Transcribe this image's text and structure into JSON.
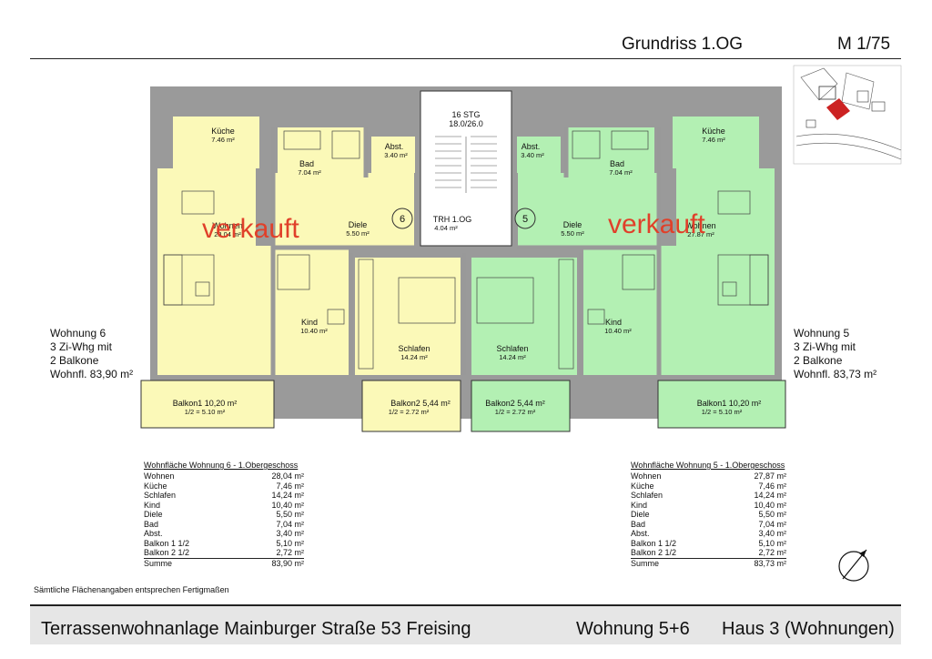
{
  "header": {
    "title": "Grundriss  1.OG",
    "scale": "M 1/75"
  },
  "stair": {
    "steps": "16 STG",
    "ratio": "18.0/26.0",
    "hall": "TRH 1.OG",
    "hall_area": "4.04 m²"
  },
  "rooms": {
    "kueche_l": {
      "name": "Küche",
      "area": "7.46 m²"
    },
    "kueche_r": {
      "name": "Küche",
      "area": "7.46 m²"
    },
    "bad_l": {
      "name": "Bad",
      "area": "7.04 m²"
    },
    "bad_r": {
      "name": "Bad",
      "area": "7.04 m²"
    },
    "abst_l": {
      "name": "Abst.",
      "area": "3.40 m²"
    },
    "abst_r": {
      "name": "Abst.",
      "area": "3.40 m²"
    },
    "wohnen_l": {
      "name": "Wohnen",
      "area": "28.04 m²"
    },
    "wohnen_r": {
      "name": "Wohnen",
      "area": "27.87 m²"
    },
    "diele_l": {
      "name": "Diele",
      "area": "5.50 m²"
    },
    "diele_r": {
      "name": "Diele",
      "area": "5.50 m²"
    },
    "kind_l": {
      "name": "Kind",
      "area": "10.40 m²"
    },
    "kind_r": {
      "name": "Kind",
      "area": "10.40 m²"
    },
    "schlafen_l": {
      "name": "Schlafen",
      "area": "14.24 m²"
    },
    "schlafen_r": {
      "name": "Schlafen",
      "area": "14.24 m²"
    },
    "balkon1_l": {
      "name": "Balkon1 10,20 m²",
      "half": "1/2 = 5.10 m²"
    },
    "balkon1_r": {
      "name": "Balkon1 10,20 m²",
      "half": "1/2 = 5.10 m²"
    },
    "balkon2_l": {
      "name": "Balkon2 5,44 m²",
      "half": "1/2 = 2.72 m²"
    },
    "balkon2_r": {
      "name": "Balkon2 5,44 m²",
      "half": "1/2 = 2.72 m²"
    }
  },
  "door_numbers": {
    "left": "6",
    "right": "5"
  },
  "sold_label": "verkauft",
  "unit6": {
    "line1": "Wohnung 6",
    "line2": "3 Zi-Whg mit",
    "line3": "2 Balkone",
    "line4": "Wohnfl. 83,90 m²"
  },
  "unit5": {
    "line1": "Wohnung 5",
    "line2": "3 Zi-Whg mit",
    "line3": "2 Balkone",
    "line4": "Wohnfl. 83,73 m²"
  },
  "table6": {
    "title": "Wohnfläche Wohnung 6 - 1.Obergeschoss",
    "rows": [
      {
        "k": "Wohnen",
        "v": "28,04 m²"
      },
      {
        "k": "Küche",
        "v": "7,46 m²"
      },
      {
        "k": "Schlafen",
        "v": "14,24 m²"
      },
      {
        "k": "Kind",
        "v": "10,40 m²"
      },
      {
        "k": "Diele",
        "v": "5,50 m²"
      },
      {
        "k": "Bad",
        "v": "7,04 m²"
      },
      {
        "k": "Abst.",
        "v": "3,40 m²"
      },
      {
        "k": "Balkon 1 1/2",
        "v": "5,10 m²"
      },
      {
        "k": "Balkon 2 1/2",
        "v": "2,72 m²"
      }
    ],
    "sum_label": "Summe",
    "sum_value": "83,90 m²"
  },
  "table5": {
    "title": "Wohnfläche Wohnung 5 - 1.Obergeschoss",
    "rows": [
      {
        "k": "Wohnen",
        "v": "27,87 m²"
      },
      {
        "k": "Küche",
        "v": "7,46 m²"
      },
      {
        "k": "Schlafen",
        "v": "14,24 m²"
      },
      {
        "k": "Kind",
        "v": "10,40 m²"
      },
      {
        "k": "Diele",
        "v": "5,50 m²"
      },
      {
        "k": "Bad",
        "v": "7,04 m²"
      },
      {
        "k": "Abst.",
        "v": "3,40 m²"
      },
      {
        "k": "Balkon 1 1/2",
        "v": "5,10 m²"
      },
      {
        "k": "Balkon 2 1/2",
        "v": "2,72 m²"
      }
    ],
    "sum_label": "Summe",
    "sum_value": "83,73 m²"
  },
  "note": "Sämtliche Flächenangaben entsprechen Fertigmaßen",
  "footer": {
    "project": "Terrassenwohnanlage  Mainburger Straße 53  Freising",
    "units": "Wohnung 5+6",
    "house": "Haus 3 (Wohnungen)"
  },
  "colors": {
    "unit6": "#fbf9b8",
    "unit5": "#b3f0b3",
    "sold": "#e0402a",
    "wall": "#888888"
  }
}
